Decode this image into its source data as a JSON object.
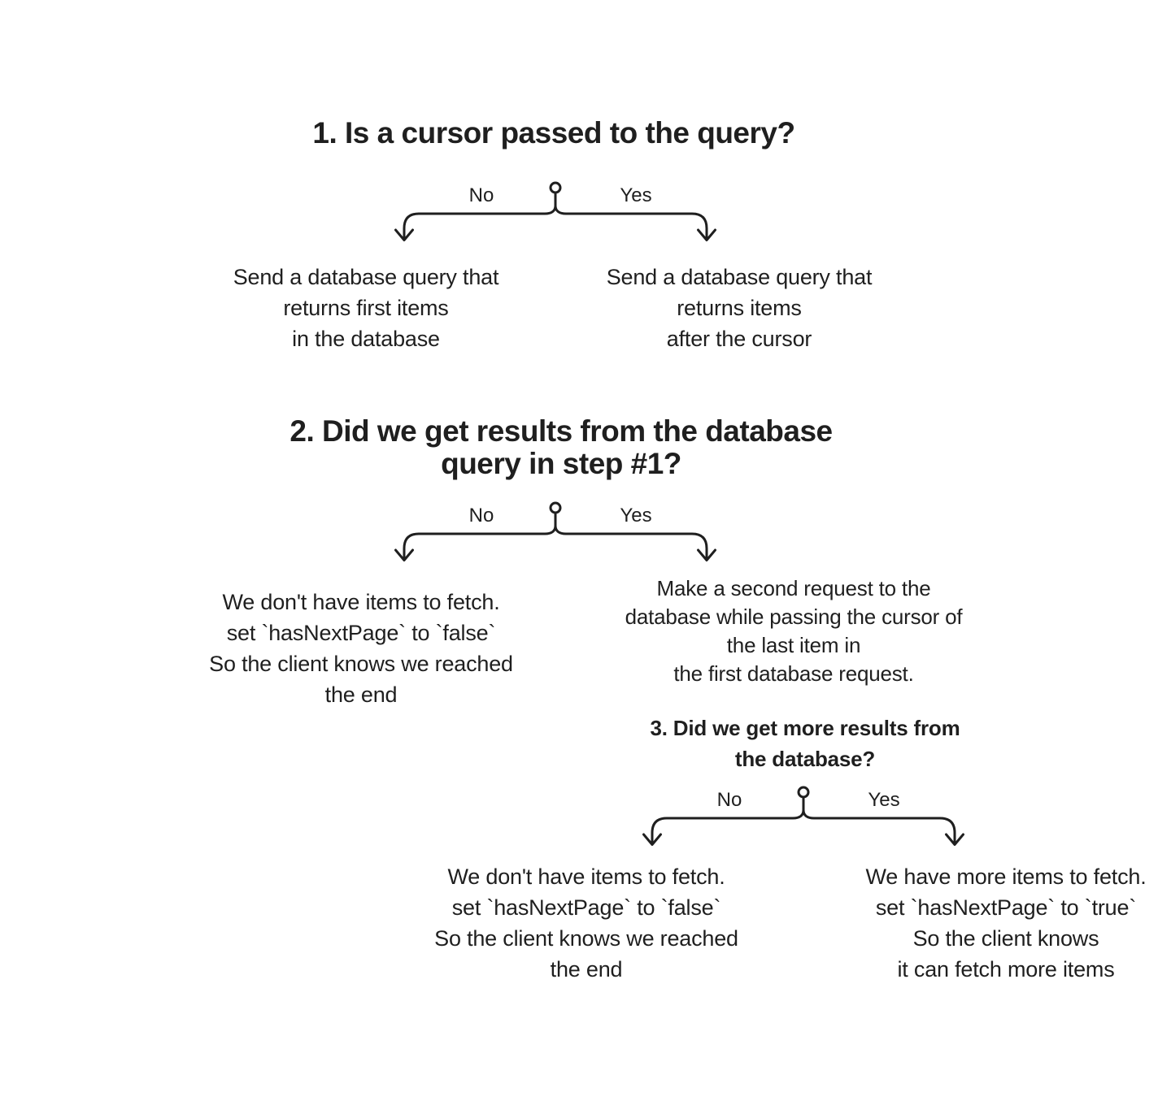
{
  "page": {
    "background": "#ffffff",
    "text_color": "#1f1f1f",
    "line_color": "#1f1f1f"
  },
  "sections": [
    {
      "title_lines": [
        "1. Is a cursor passed to the query?"
      ],
      "no_label": "No",
      "yes_label": "Yes",
      "no_lines": [
        "Send a database query that",
        "returns first items",
        "in the database"
      ],
      "yes_lines": [
        "Send a database query that",
        "returns items",
        "after the cursor"
      ]
    },
    {
      "title_lines": [
        "2. Did we get results from the database",
        "query in step #1?"
      ],
      "no_label": "No",
      "yes_label": "Yes",
      "no_lines": [
        "We don't have items to fetch.",
        "set `hasNextPage` to `false`",
        "So the client knows we reached",
        "the end"
      ],
      "yes_lines": [
        "Make a second request to the",
        "database while passing the cursor of",
        "the last item in",
        "the first database request."
      ]
    },
    {
      "title_lines": [
        "3. Did we get more results from",
        "the database?"
      ],
      "no_label": "No",
      "yes_label": "Yes",
      "no_lines": [
        "We don't have items to fetch.",
        "set `hasNextPage` to `false`",
        "So the client knows we reached",
        "the end"
      ],
      "yes_lines": [
        "We have more items to fetch.",
        "set `hasNextPage` to `true`",
        "So the client knows",
        "it can fetch more items"
      ]
    }
  ]
}
